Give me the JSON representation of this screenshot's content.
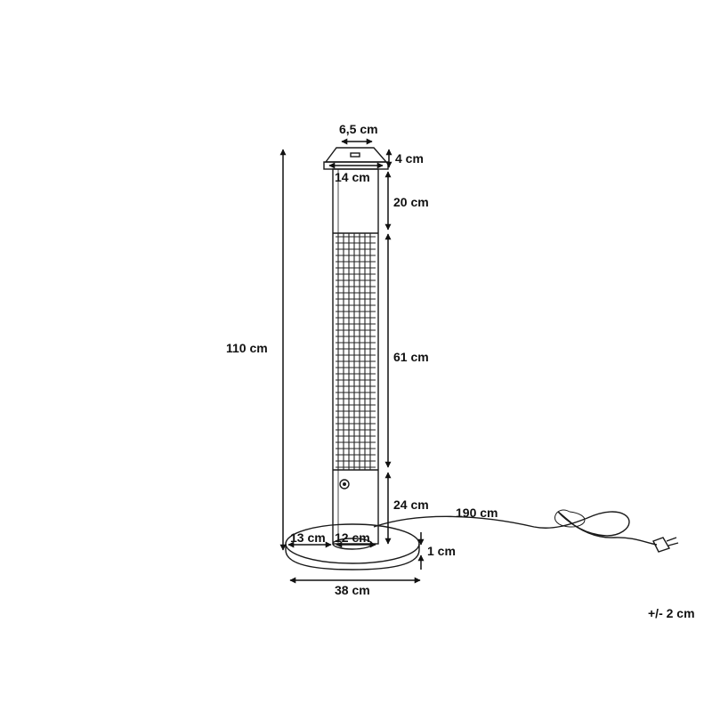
{
  "diagram": {
    "dimensions": {
      "top_width": "6,5 cm",
      "cap_height": "4 cm",
      "head_width": "14 cm",
      "upper_section": "20 cm",
      "total_height": "110 cm",
      "heating_section": "61 cm",
      "lower_section": "24 cm",
      "cable_length": "190 cm",
      "base_offset": "13 cm",
      "column_width": "12 cm",
      "base_thickness": "1 cm",
      "base_width": "38 cm",
      "tolerance": "+/- 2 cm"
    },
    "colors": {
      "line": "#1a1a1a",
      "text": "#111111",
      "background": "#ffffff"
    }
  }
}
